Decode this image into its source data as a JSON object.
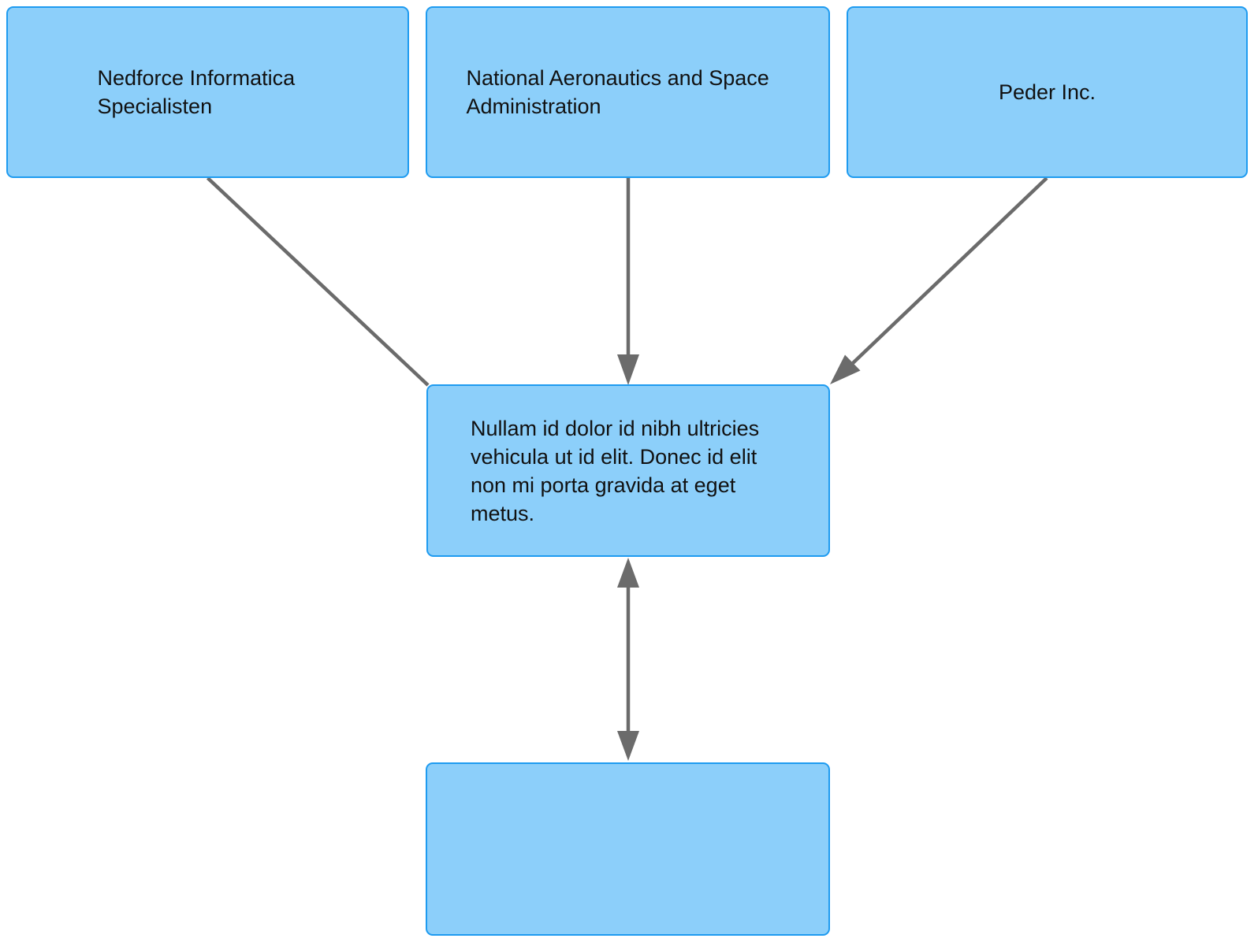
{
  "diagram": {
    "type": "flowchart",
    "background_color": "#ffffff",
    "node_fill_color": "#8CCFFA",
    "node_border_color": "#1E9BF0",
    "node_text_color": "#111111",
    "connector_color": "#6B6B6B",
    "nodes": [
      {
        "id": "nedforce",
        "label": "Nedforce Informatica Specialisten"
      },
      {
        "id": "nasa",
        "label": "National Aeronautics and Space Administration"
      },
      {
        "id": "peder",
        "label": "Peder Inc."
      },
      {
        "id": "center",
        "label": "Nullam id dolor id nibh ultricies vehicula ut id elit. Donec id elit non mi porta gravida at eget metus."
      },
      {
        "id": "bottom",
        "label": ""
      }
    ],
    "connectors": [
      {
        "from": "nedforce",
        "to": "center",
        "arrowheads": "none"
      },
      {
        "from": "nasa",
        "to": "center",
        "arrowheads": "end"
      },
      {
        "from": "peder",
        "to": "center",
        "arrowheads": "end"
      },
      {
        "from": "center",
        "to": "bottom",
        "arrowheads": "both"
      }
    ]
  }
}
